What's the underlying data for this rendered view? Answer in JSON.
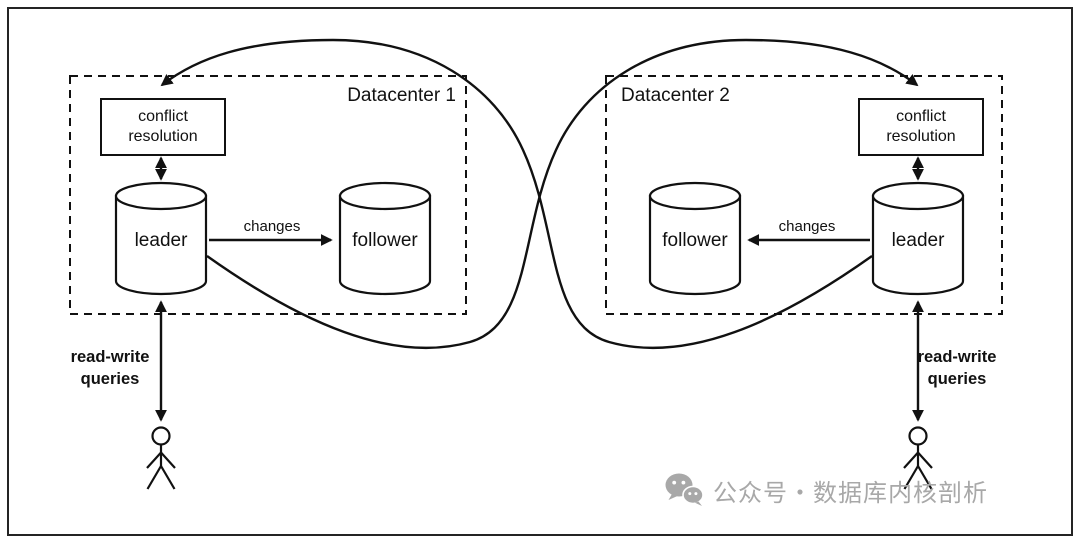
{
  "colors": {
    "line": "#111111",
    "watermark": "#a8a8a8"
  },
  "datacenter1": {
    "title": "Datacenter 1",
    "conflict_resolution_label": "conflict\nresolution",
    "leader_label": "leader",
    "follower_label": "follower",
    "changes_label": "changes",
    "queries_label": "read-write\nqueries"
  },
  "datacenter2": {
    "title": "Datacenter 2",
    "conflict_resolution_label": "conflict\nresolution",
    "leader_label": "leader",
    "follower_label": "follower",
    "changes_label": "changes",
    "queries_label": "read-write\nqueries"
  },
  "watermark": {
    "icon": "wechat-icon",
    "text": "公众号・数据库内核剖析"
  }
}
